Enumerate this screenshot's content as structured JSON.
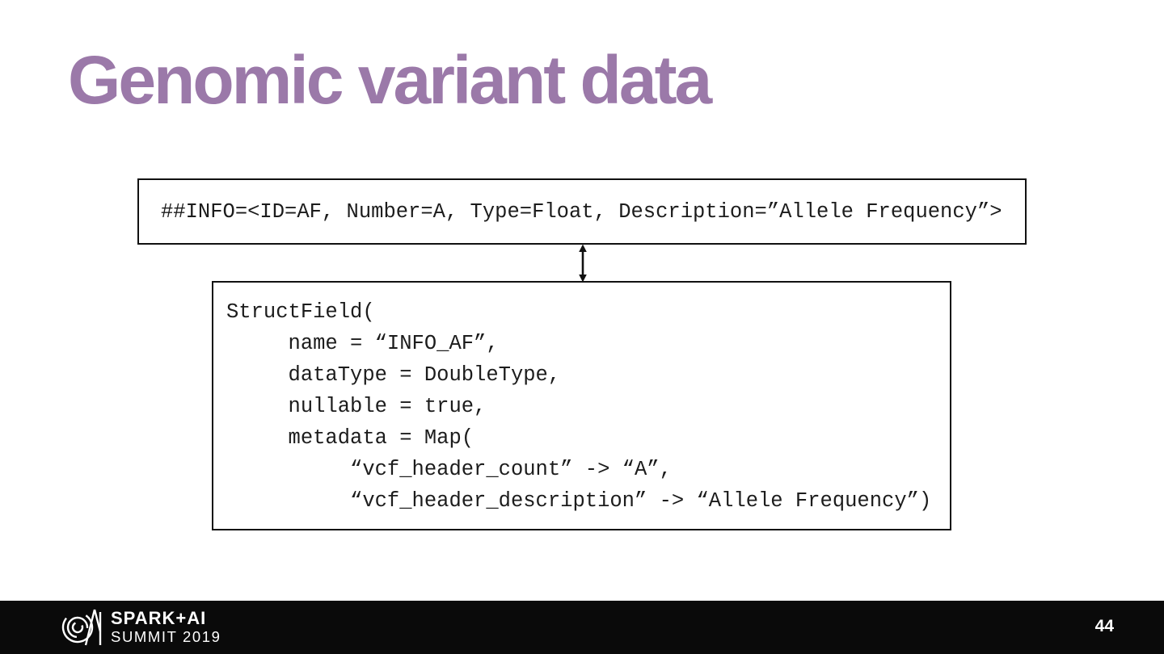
{
  "slide": {
    "title": "Genomic variant data"
  },
  "colors": {
    "title_purple": "#9b79a9",
    "code_text": "#1c1c1c",
    "box_border": "#111111",
    "footer_bg": "#0a0a0a",
    "footer_text": "#ffffff",
    "background": "#ffffff"
  },
  "vcf_header_box": {
    "text": "##INFO=<ID=AF, Number=A, Type=Float, Description=”Allele Frequency”>"
  },
  "arrow": {
    "icon": "double-headed-vertical-arrow-icon"
  },
  "struct_field_box": {
    "lines": [
      "StructField(",
      "     name = “INFO_AF”,",
      "     dataType = DoubleType,",
      "     nullable = true,",
      "     metadata = Map(",
      "          “vcf_header_count” -> “A”,",
      "          “vcf_header_description” -> “Allele Frequency”)"
    ]
  },
  "footer": {
    "logo": {
      "icon": "spark-ai-summit-monogram-icon",
      "line1": "SPARK+AI",
      "line2": "SUMMIT 2019"
    },
    "page_number": "44"
  }
}
